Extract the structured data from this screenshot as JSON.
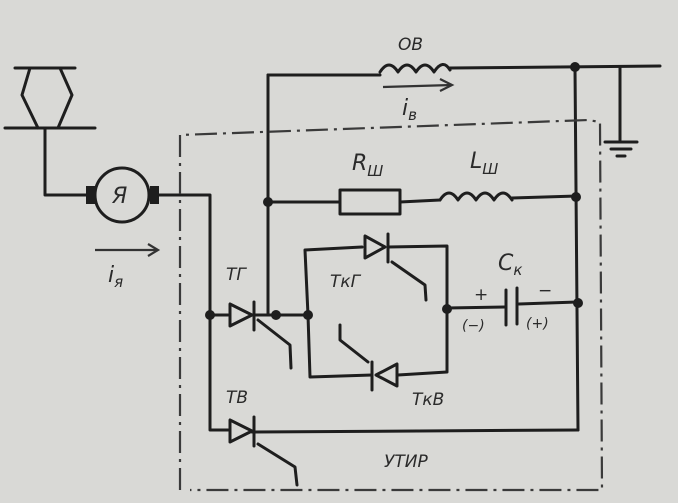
{
  "labels": {
    "field_winding": "ОВ",
    "field_current": "i",
    "field_current_sub": "в",
    "motor": "Я",
    "armature_current": "i",
    "armature_current_sub": "я",
    "shunt_resistor": "R",
    "shunt_resistor_sub": "Ш",
    "shunt_inductor": "L",
    "shunt_inductor_sub": "Ш",
    "thyristor_tg": "ТГ",
    "thyristor_tkg": "ТкГ",
    "thyristor_tkv": "ТкВ",
    "thyristor_tv": "ТВ",
    "capacitor": "C",
    "capacitor_sub": "к",
    "cap_plus": "+",
    "cap_minus": "−",
    "cap_plus_alt": "(−)",
    "cap_minus_alt": "(+)",
    "unit": "УТИР"
  }
}
